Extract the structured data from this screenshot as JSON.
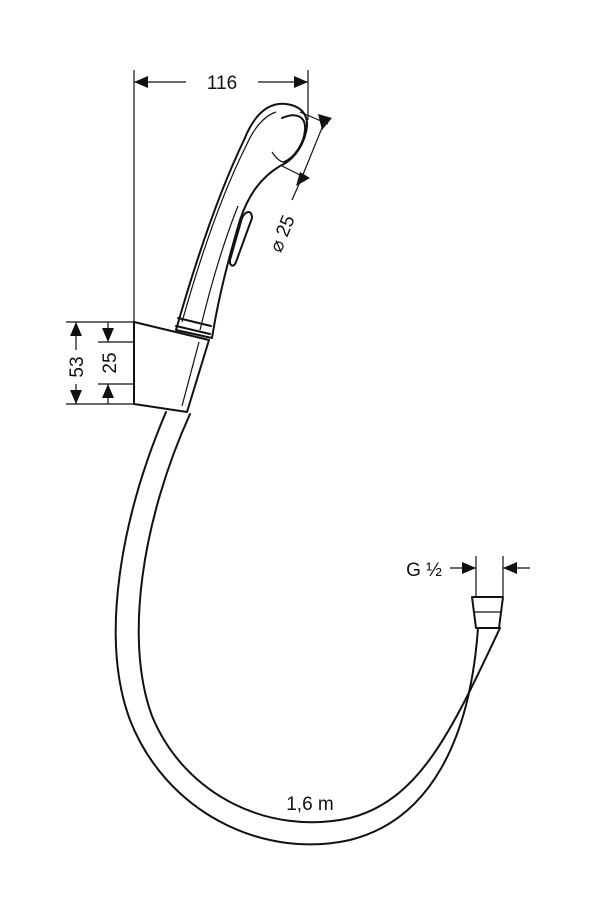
{
  "dimensions": {
    "overall_width": "116",
    "diameter_label": "⌀ 25",
    "holder_height": "53",
    "holder_inner": "25",
    "connection": "G ½",
    "hose_length": "1,6 m"
  },
  "colors": {
    "line": "#111111",
    "background": "#ffffff"
  }
}
